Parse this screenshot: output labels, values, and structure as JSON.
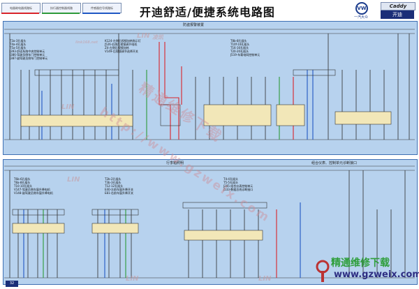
{
  "header": {
    "title": "开迪舒适/便捷系统电路图",
    "legend": [
      {
        "label": "电器继电器线路标",
        "color": "#d9242a"
      },
      {
        "label": "执行器控制器线路",
        "color": "#2d9a3a"
      },
      {
        "label": "传感器信号线路标",
        "color": "#1f58c4"
      }
    ]
  },
  "brand": {
    "logo_text": "VW",
    "maker": "一汽大众",
    "model_en": "Caddy",
    "model_cn": "开迪"
  },
  "panels": {
    "upper_label": "防盗报警装置",
    "lower_label": "行李箱照明",
    "lower_right_label": "组合仪表、控制单元诊断接口"
  },
  "notes": {
    "upper_left": "T3a-3孔插头\nT4a-4孔插头\nT5a-5孔插头\nJ393-舒适系统中央控制单元\nJ386-驾驶员侧车门控制单元\nJ387-副驾驶员侧车门控制单元",
    "upper_mid": "K124-左侧后视镜加热指示灯\nJ526-右侧后视镜调节电机\nZ4-左侧后视镜加热\nV149-后视镜调节选择开关",
    "upper_right": "T8b-8孔插头\nT10f-10孔插头\nT16-16孔插头\nT20-20孔插头\nJ519-车载电网控制单元",
    "lower_left": "T6b-6孔插头\nT8a-8孔插头\nT10-10孔插头\nV147-驾驶员侧车窗升降电机\nV148-副驾驶员侧车窗升降电机",
    "lower_mid": "T2b-2孔插头\nT3b-3孔插头\nT12-12孔插头\nE40-左前车窗升降开关\nE81-右前车窗升降开关",
    "lower_right": "T4-4孔插头\nT5-5孔插头\nJ285-组合仪表控制单元\nJ533-数据总线诊断接口"
  },
  "watermarks": {
    "lin": "LIN",
    "brand_cn": "凌凯",
    "site_small": "link168.net",
    "diag_cn": "精通维修下载",
    "diag_url": "http://www.gzweix.com",
    "site_cn": "精通维修下载",
    "site_url": "www.gzweix.com"
  },
  "page_number": "32"
}
